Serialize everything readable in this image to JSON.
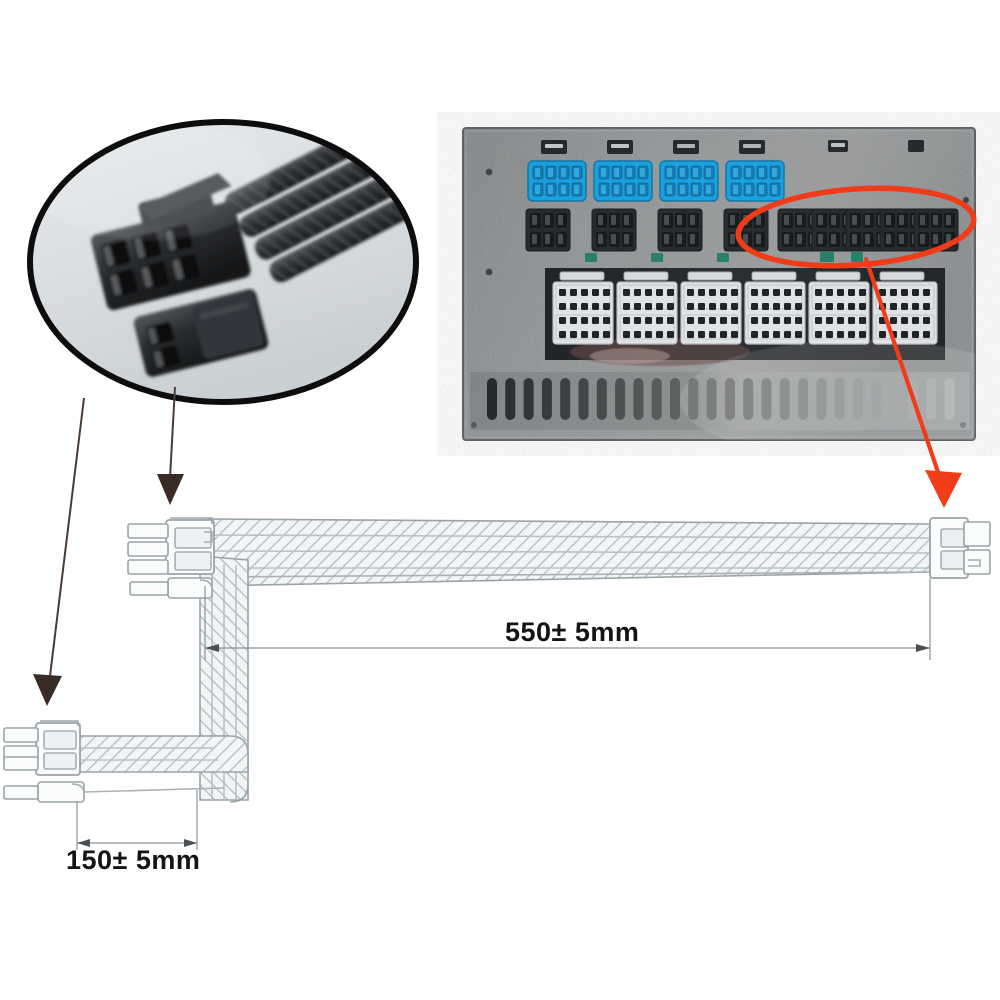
{
  "figure": {
    "kind": "technical-product-diagram",
    "subject": "Modular PSU PCI-E power cable with dimensions",
    "background_color": "#ffffff"
  },
  "dimensions": {
    "main_length": {
      "label": "550± 5mm",
      "value": 550,
      "tolerance": 5,
      "unit": "mm",
      "describes": "main-cable-run-length"
    },
    "branch_length": {
      "label": "150± 5mm",
      "value": 150,
      "tolerance": 5,
      "unit": "mm",
      "describes": "branch-cable-run-length"
    }
  },
  "photo_inset": {
    "name": "connector-closeup-photo",
    "shape": "ellipse",
    "border_color": "#0d0d0d",
    "fill_color": "#dfe3e6",
    "content": "black 6+2 pin PCI-E connector with braided sleeved cables"
  },
  "psu_photo": {
    "name": "power-supply-unit-photo",
    "body_color": "#8b8d8e",
    "connector_banks": [
      {
        "name": "blue-connector-row",
        "color": "#0aa3e8",
        "count": 4,
        "pins": "4x2"
      },
      {
        "name": "black-connector-row",
        "color": "#1d2022",
        "count": 9,
        "pins": "4x2"
      },
      {
        "name": "white-connector-bank",
        "color": "#e9ecee",
        "count": 6,
        "pins": "multi"
      }
    ],
    "vent_slots": 26,
    "highlight": {
      "name": "red-highlight-ellipse",
      "color": "#f03c18",
      "target": "black-connector-row-right-group"
    }
  },
  "callouts": [
    {
      "name": "photo-callout-to-main-connector",
      "color": "#3a2b24",
      "from": "photo-inset",
      "to": "cable-main-left-connector"
    },
    {
      "name": "photo-callout-to-branch-connector",
      "color": "#3a2b24",
      "from": "photo-inset",
      "to": "cable-branch-left-connector"
    },
    {
      "name": "psu-callout-to-cable-right-connector",
      "color": "#f03c18",
      "from": "psu-highlight-ellipse",
      "to": "cable-right-connector"
    }
  ],
  "cable_drawing": {
    "name": "cable-line-drawing",
    "line_color": "#9aa3a8",
    "sleeve_color": "#eef1f3",
    "parts": [
      {
        "name": "cable-right-connector",
        "type": "connector",
        "position": "right-end"
      },
      {
        "name": "cable-main-left-connector",
        "type": "connector",
        "position": "upper-left"
      },
      {
        "name": "cable-branch-left-connector",
        "type": "connector",
        "position": "lower-left"
      },
      {
        "name": "main-sleeved-run",
        "type": "sleeved-cable"
      },
      {
        "name": "branch-sleeved-run",
        "type": "sleeved-cable"
      }
    ]
  }
}
